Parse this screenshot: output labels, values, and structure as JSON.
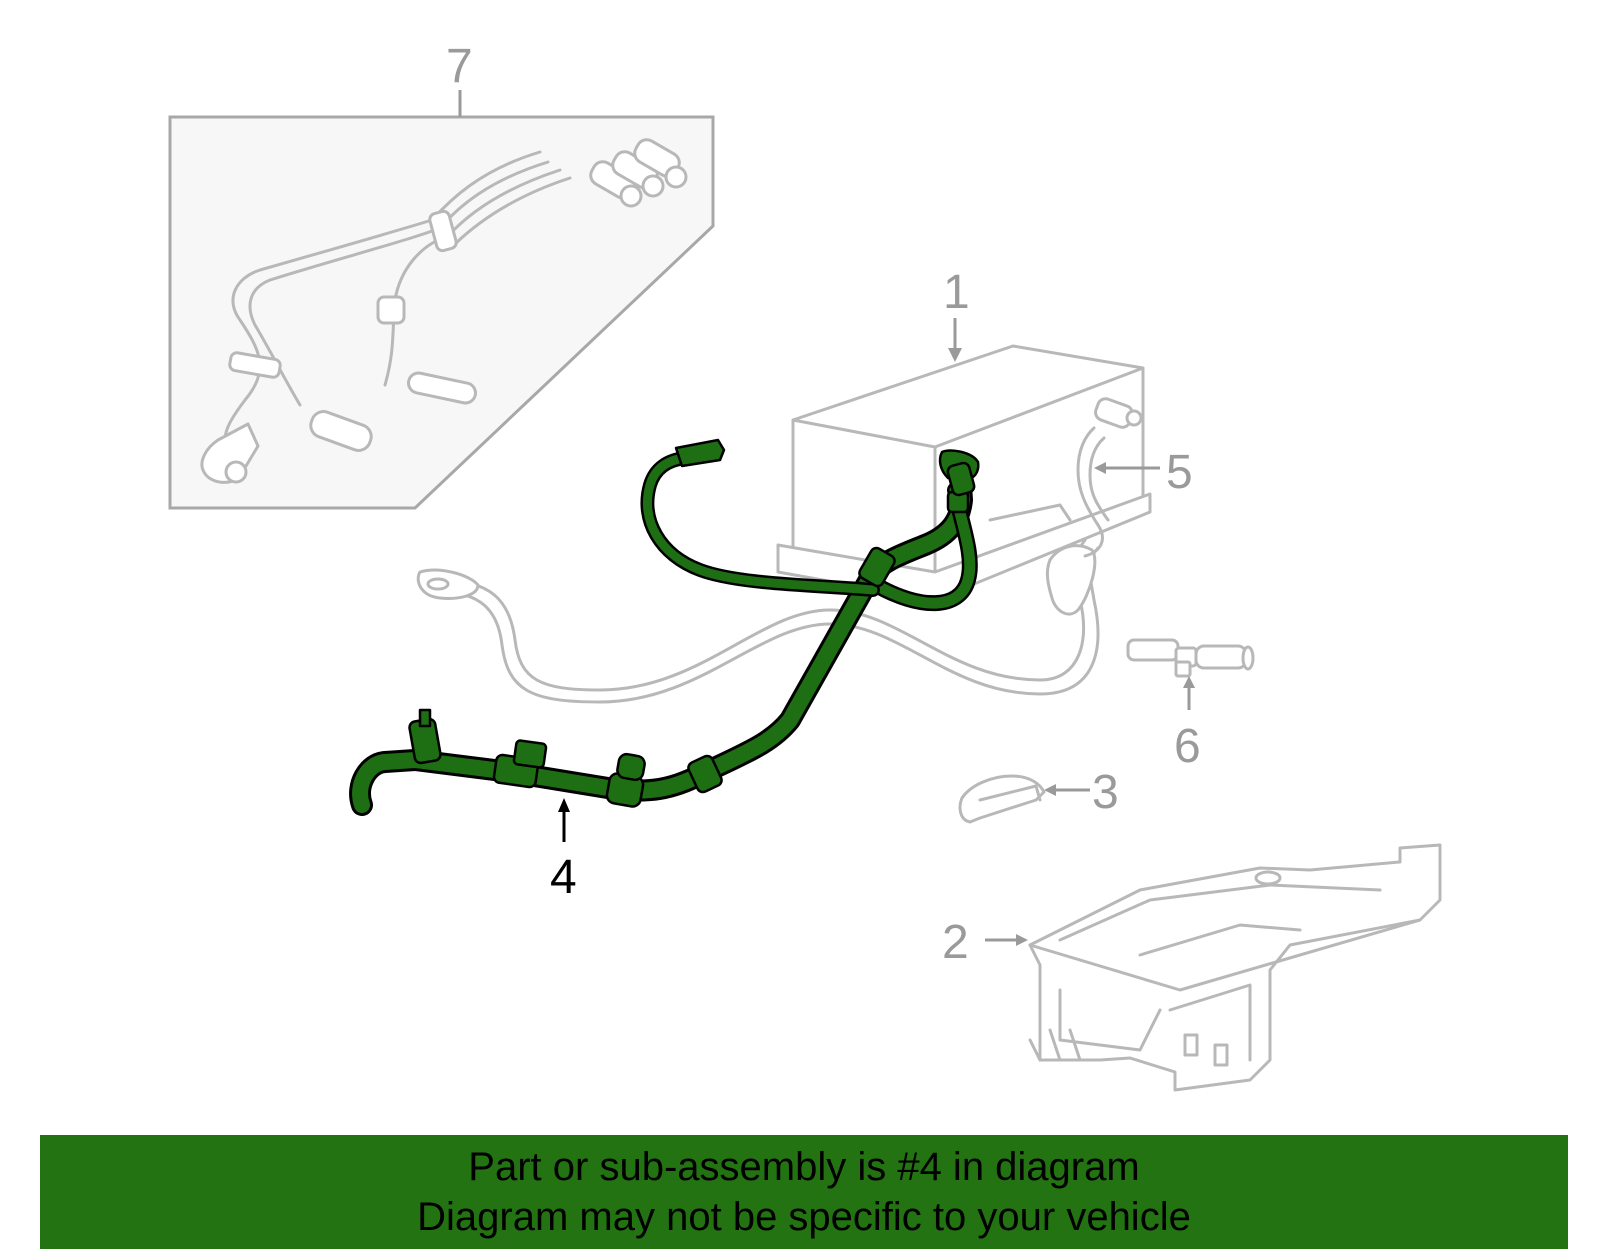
{
  "diagram": {
    "callouts": {
      "c1": "1",
      "c2": "2",
      "c3": "3",
      "c4": "4",
      "c5": "5",
      "c6": "6",
      "c7": "7"
    },
    "highlighted_part": "4"
  },
  "footer": {
    "line1": "Part or sub-assembly is #4 in diagram",
    "line2": "Diagram may not be specific to your vehicle"
  },
  "colors": {
    "highlight": "#1e6e14",
    "banner": "#237312",
    "ghost_outline": "#b8b8b8",
    "inset_background": "#f7f7f7"
  }
}
